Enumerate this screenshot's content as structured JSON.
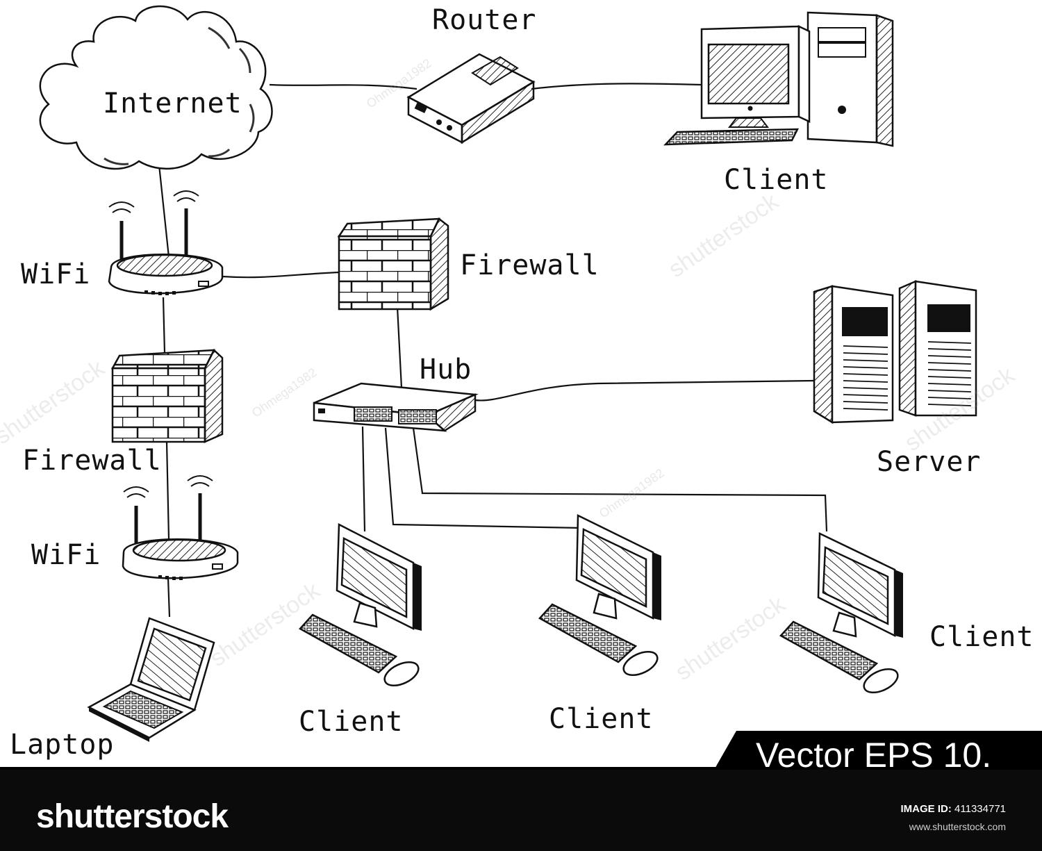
{
  "labels": {
    "internet": "Internet",
    "router": "Router",
    "client_top": "Client",
    "wifi_top": "WiFi",
    "firewall_center": "Firewall",
    "hub": "Hub",
    "firewall_left": "Firewall",
    "server": "Server",
    "wifi_bottom": "WiFi",
    "laptop": "Laptop",
    "client_1": "Client",
    "client_2": "Client",
    "client_3": "Client"
  },
  "banner": {
    "vector_text": "Vector EPS 10."
  },
  "footer": {
    "brand": "shutterstock",
    "image_id_label": "IMAGE ID:",
    "image_id": "411334771",
    "url": "www.shutterstock.com"
  },
  "watermarks": {
    "brand": "shutterstock",
    "author": "Ohmega1982"
  }
}
